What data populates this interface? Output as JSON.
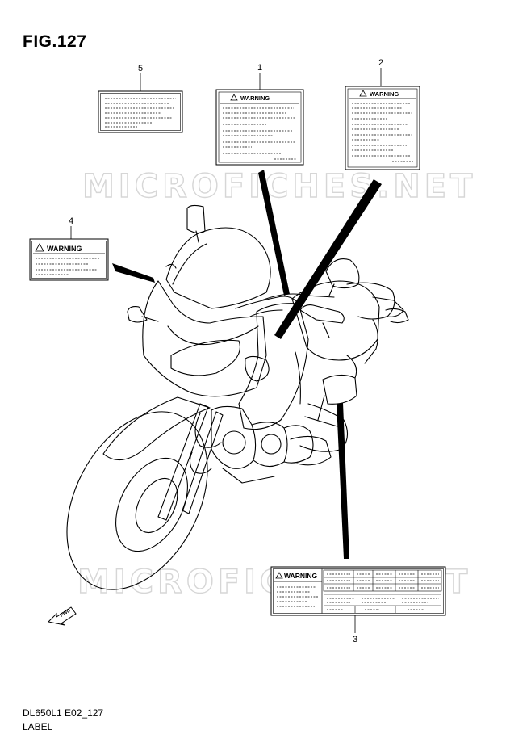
{
  "figure": {
    "title": "FIG.127"
  },
  "watermark": {
    "text": "MICROFICHES.NET"
  },
  "callouts": [
    "5",
    "1",
    "2",
    "4",
    "3"
  ],
  "labels": {
    "warning_text": "WARNING",
    "fwd_text": "FWD"
  },
  "footer": {
    "code": "DL650L1 E02_127",
    "description": "LABEL"
  }
}
